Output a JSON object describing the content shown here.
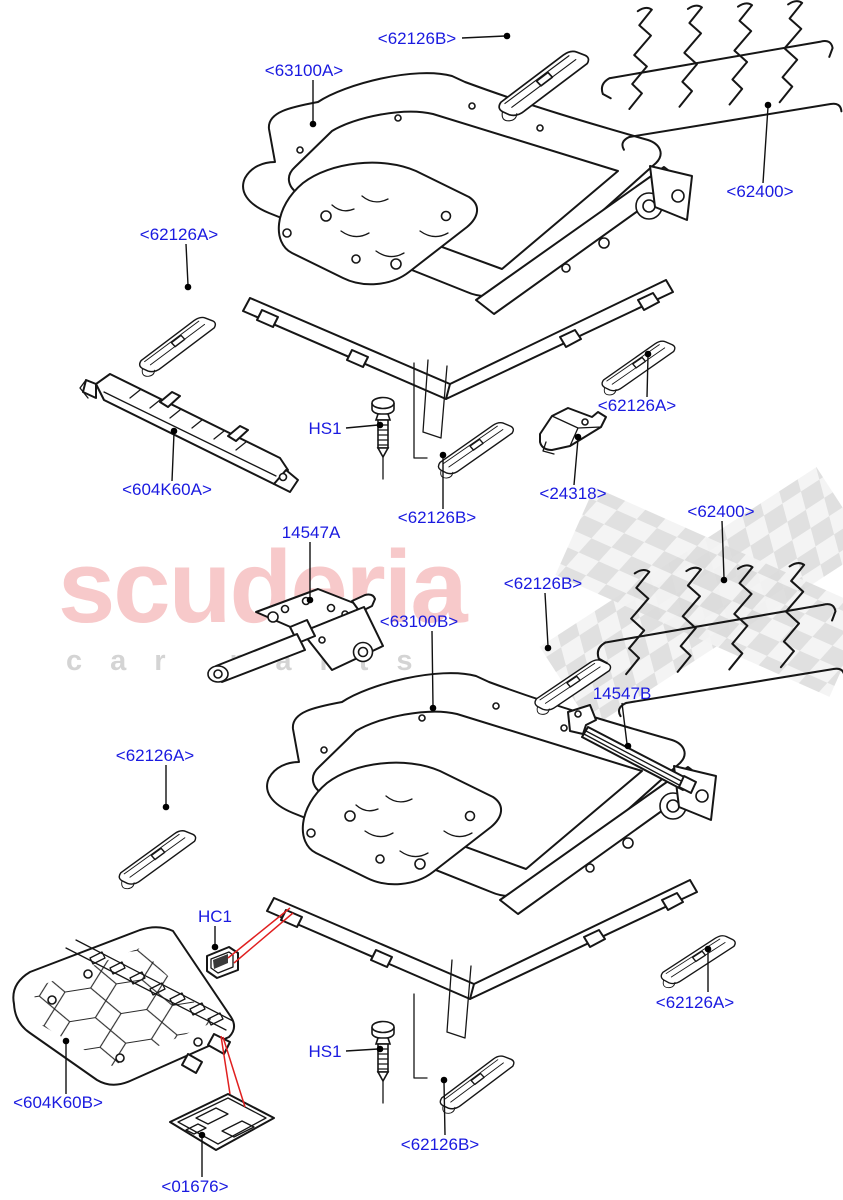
{
  "watermark": {
    "brand": "scuderia",
    "subtitle": "car parts"
  },
  "colors": {
    "label_blue": "#1a1ae0",
    "drawing_line": "#161616",
    "callout_red": "#e02020",
    "watermark_pink": "#f7c9ca",
    "watermark_gray": "#d4d4d4",
    "checker_gray": "#dcdcdc",
    "background": "#ffffff"
  },
  "callouts": [
    {
      "id": "62126b-top",
      "part_number": "62126B",
      "text": "<62126B>"
    },
    {
      "id": "63100a",
      "part_number": "63100A",
      "text": "<63100A>"
    },
    {
      "id": "62400-upper",
      "part_number": "62400",
      "text": "<62400>"
    },
    {
      "id": "62126a-upper-left",
      "part_number": "62126A",
      "text": "<62126A>"
    },
    {
      "id": "604k60a",
      "part_number": "604K60A",
      "text": "<604K60A>"
    },
    {
      "id": "hs1-upper",
      "part_number": "HS1",
      "text": "HS1"
    },
    {
      "id": "62126b-upper-left",
      "part_number": "62126B",
      "text": "<62126B>"
    },
    {
      "id": "24318",
      "part_number": "24318",
      "text": "<24318>"
    },
    {
      "id": "62126a-upper-right",
      "part_number": "62126A",
      "text": "<62126A>"
    },
    {
      "id": "14547a",
      "part_number": "14547A",
      "text": "14547A"
    },
    {
      "id": "62400-lower",
      "part_number": "62400",
      "text": "<62400>"
    },
    {
      "id": "62126b-middle",
      "part_number": "62126B",
      "text": "<62126B>"
    },
    {
      "id": "63100b",
      "part_number": "63100B",
      "text": "<63100B>"
    },
    {
      "id": "14547b",
      "part_number": "14547B",
      "text": "14547B"
    },
    {
      "id": "62126a-middle-left",
      "part_number": "62126A",
      "text": "<62126A>"
    },
    {
      "id": "hc1",
      "part_number": "HC1",
      "text": "HC1"
    },
    {
      "id": "hs1-lower",
      "part_number": "HS1",
      "text": "HS1"
    },
    {
      "id": "604k60b",
      "part_number": "604K60B",
      "text": "<604K60B>"
    },
    {
      "id": "01676",
      "part_number": "01676",
      "text": "<01676>"
    },
    {
      "id": "62126a-lower-right",
      "part_number": "62126A",
      "text": "<62126A>"
    },
    {
      "id": "62126b-lower",
      "part_number": "62126B",
      "text": "<62126B>"
    }
  ]
}
